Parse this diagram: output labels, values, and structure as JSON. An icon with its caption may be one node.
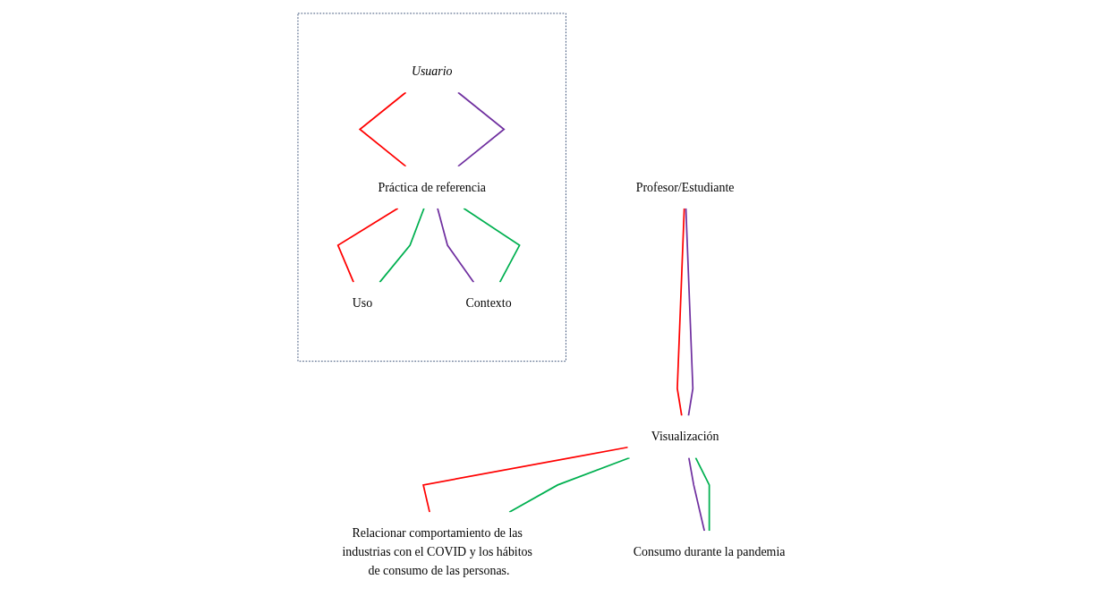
{
  "diagram": {
    "nodes": [
      {
        "text": [
          "Profesor/Estudiante"
        ]
      },
      {
        "text": [
          "Visualización"
        ]
      },
      {
        "text": [
          "Relacionar comportamiento de las industrias con el COVID y los hábitos de consumo de las personas."
        ]
      },
      {
        "text": [
          "Consumo durante la pandemia"
        ]
      },
      {
        "text": [],
        "shape": "box"
      },
      {
        "text": [
          "Usuario"
        ],
        "in": 4
      },
      {
        "text": [
          "Práctica de referencia"
        ],
        "in": 4
      },
      {
        "text": [
          "Uso"
        ],
        "in": 4
      },
      {
        "text": [
          "Contexto"
        ],
        "in": 4
      }
    ],
    "edges": [
      {
        "from": 0,
        "to": 1,
        "arrow": "none",
        "color": "#ff0000"
      },
      {
        "from": 0,
        "to": 1,
        "arrow": "none",
        "color": "#7030a0"
      },
      {
        "from": 1,
        "to": 2,
        "arrow": "none",
        "color": "#ff0000"
      },
      {
        "from": 1,
        "to": 2,
        "arrow": "none",
        "color": "#00b050"
      },
      {
        "from": 1,
        "to": 3,
        "arrow": "none",
        "color": "#7030a0"
      },
      {
        "from": 1,
        "to": 3,
        "arrow": "none",
        "color": "#00b050"
      },
      {
        "from": 5,
        "to": 6,
        "arrow": "none",
        "color": "#ff0000"
      },
      {
        "from": 5,
        "to": 6,
        "arrow": "none",
        "color": "#7030a0"
      },
      {
        "from": 6,
        "to": 7,
        "arrow": "none",
        "color": "#ff0000"
      },
      {
        "from": 6,
        "to": 7,
        "arrow": "none",
        "color": "#00b050"
      },
      {
        "from": 6,
        "to": 8,
        "arrow": "none",
        "color": "#7030a0"
      },
      {
        "from": 6,
        "to": 8,
        "arrow": "none",
        "color": "#00b050"
      }
    ]
  }
}
